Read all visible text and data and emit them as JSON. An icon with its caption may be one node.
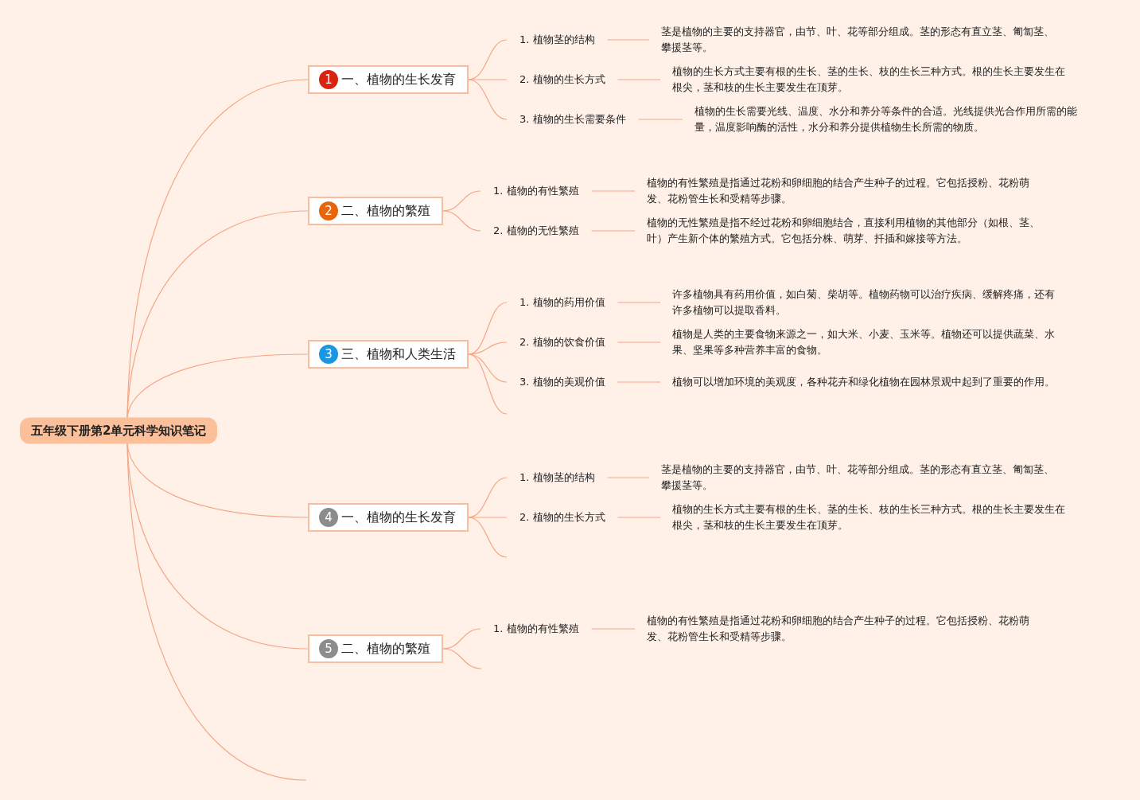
{
  "diagram": {
    "nodes": [
      {
        "text": [
          "五年级下册第2单元科学知识笔记"
        ]
      },
      {
        "text": [
          "1",
          "一、植物的生长发育"
        ]
      },
      {
        "text": [
          "1. 植物茎的结构"
        ]
      },
      {
        "text": [
          "茎是植物的主要的支持器官，由节、叶、花等部分组成。茎的形态有直立茎、匍匐茎、攀援茎等。"
        ]
      },
      {
        "text": [
          "2. 植物的生长方式"
        ]
      },
      {
        "text": [
          "植物的生长方式主要有根的生长、茎的生长、枝的生长三种方式。根的生长主要发生在根尖，茎和枝的生长主要发生在顶芽。"
        ]
      },
      {
        "text": [
          "3. 植物的生长需要条件"
        ]
      },
      {
        "text": [
          "植物的生长需要光线、温度、水分和养分等条件的合适。光线提供光合作用所需的能量，温度影响酶的活性，水分和养分提供植物生长所需的物质。"
        ]
      },
      {
        "text": [
          "2",
          "二、植物的繁殖"
        ]
      },
      {
        "text": [
          "1. 植物的有性繁殖"
        ]
      },
      {
        "text": [
          "植物的有性繁殖是指通过花粉和卵细胞的结合产生种子的过程。它包括授粉、花粉萌发、花粉管生长和受精等步骤。"
        ]
      },
      {
        "text": [
          "2. 植物的无性繁殖"
        ]
      },
      {
        "text": [
          "植物的无性繁殖是指不经过花粉和卵细胞结合，直接利用植物的其他部分（如根、茎、叶）产生新个体的繁殖方式。它包括分株、萌芽、扦插和嫁接等方法。"
        ]
      },
      {
        "text": [
          "3",
          "三、植物和人类生活"
        ]
      },
      {
        "text": [
          "1. 植物的药用价值"
        ]
      },
      {
        "text": [
          "许多植物具有药用价值，如白菊、柴胡等。植物药物可以治疗疾病、缓解疼痛，还有许多植物可以提取香料。"
        ]
      },
      {
        "text": [
          "2. 植物的饮食价值"
        ]
      },
      {
        "text": [
          "植物是人类的主要食物来源之一，如大米、小麦、玉米等。植物还可以提供蔬菜、水果、坚果等多种营养丰富的食物。"
        ]
      },
      {
        "text": [
          "3. 植物的美观价值"
        ]
      },
      {
        "text": [
          "植物可以增加环境的美观度，各种花卉和绿化植物在园林景观中起到了重要的作用。"
        ]
      },
      {
        "text": [
          "4",
          "一、植物的生长发育"
        ]
      },
      {
        "text": [
          "1. 植物茎的结构"
        ]
      },
      {
        "text": [
          "茎是植物的主要的支持器官，由节、叶、花等部分组成。茎的形态有直立茎、匍匐茎、攀援茎等。"
        ]
      },
      {
        "text": [
          "2. 植物的生长方式"
        ]
      },
      {
        "text": [
          "植物的生长方式主要有根的生长、茎的生长、枝的生长三种方式。根的生长主要发生在根尖，茎和枝的生长主要发生在顶芽。"
        ]
      },
      {
        "text": [
          "5",
          "二、植物的繁殖"
        ]
      },
      {
        "text": [
          "1. 植物的有性繁殖"
        ]
      },
      {
        "text": [
          "植物的有性繁殖是指通过花粉和卵细胞的结合产生种子的过程。它包括授粉、花粉萌发、花粉管生长和受精等步骤。"
        ]
      }
    ],
    "edges": [
      {
        "from": 0,
        "to": 1,
        "arrow": "none"
      },
      {
        "from": 1,
        "to": 2,
        "arrow": "none"
      },
      {
        "from": 2,
        "to": 3,
        "arrow": "none"
      },
      {
        "from": 1,
        "to": 4,
        "arrow": "none"
      },
      {
        "from": 4,
        "to": 5,
        "arrow": "none"
      },
      {
        "from": 1,
        "to": 6,
        "arrow": "none"
      },
      {
        "from": 6,
        "to": 7,
        "arrow": "none"
      },
      {
        "from": 0,
        "to": 8,
        "arrow": "none"
      },
      {
        "from": 8,
        "to": 9,
        "arrow": "none"
      },
      {
        "from": 9,
        "to": 10,
        "arrow": "none"
      },
      {
        "from": 8,
        "to": 11,
        "arrow": "none"
      },
      {
        "from": 11,
        "to": 12,
        "arrow": "none"
      },
      {
        "from": 0,
        "to": 13,
        "arrow": "none"
      },
      {
        "from": 13,
        "to": 14,
        "arrow": "none"
      },
      {
        "from": 14,
        "to": 15,
        "arrow": "none"
      },
      {
        "from": 13,
        "to": 16,
        "arrow": "none"
      },
      {
        "from": 16,
        "to": 17,
        "arrow": "none"
      },
      {
        "from": 13,
        "to": 18,
        "arrow": "none"
      },
      {
        "from": 18,
        "to": 19,
        "arrow": "none"
      },
      {
        "from": 13,
        "to": null,
        "arrow": "none"
      },
      {
        "from": 0,
        "to": 20,
        "arrow": "none"
      },
      {
        "from": 20,
        "to": 21,
        "arrow": "none"
      },
      {
        "from": 21,
        "to": 22,
        "arrow": "none"
      },
      {
        "from": 20,
        "to": 23,
        "arrow": "none"
      },
      {
        "from": 23,
        "to": 24,
        "arrow": "none"
      },
      {
        "from": 20,
        "to": null,
        "arrow": "none"
      },
      {
        "from": 0,
        "to": 25,
        "arrow": "none"
      },
      {
        "from": 25,
        "to": 26,
        "arrow": "none"
      },
      {
        "from": 26,
        "to": 27,
        "arrow": "none"
      },
      {
        "from": 25,
        "to": null,
        "arrow": "none"
      },
      {
        "from": 0,
        "to": null,
        "arrow": "none"
      }
    ]
  }
}
